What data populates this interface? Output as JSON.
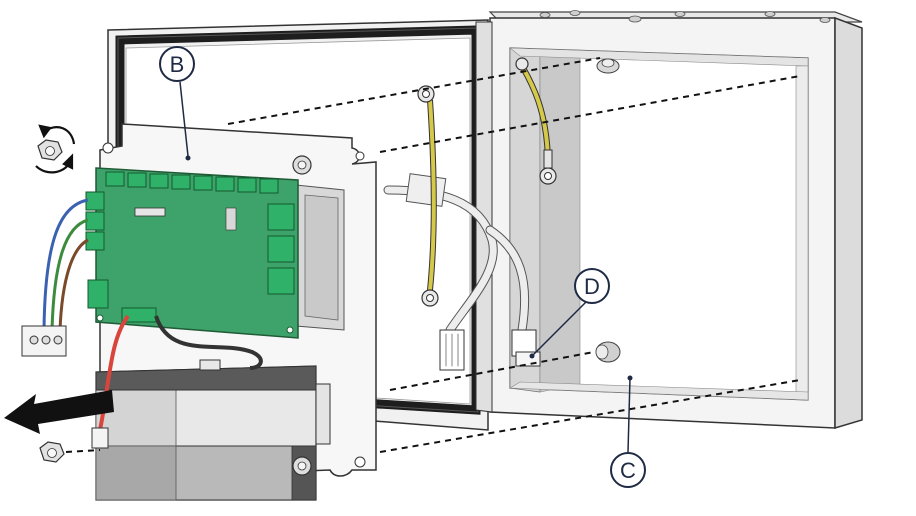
{
  "callouts": [
    {
      "id": "B",
      "label": "B"
    },
    {
      "id": "C",
      "label": "C"
    },
    {
      "id": "D",
      "label": "D"
    }
  ],
  "icons": {
    "rotate": "rotate-arrow-icon",
    "remove": "remove-arrow-icon"
  },
  "colors": {
    "pcb": "#3ea36a",
    "terminal": "#2fb16a",
    "ground_wire": "#d6c94a",
    "red_wire": "#d9443c",
    "blue_wire": "#3b62b0",
    "brown_wire": "#7a4a2a",
    "green_wire": "#3d8b3d",
    "enclosure": "#f2f2f2",
    "gasket": "#1e1e1e",
    "callout_stroke": "#1f2a44"
  }
}
